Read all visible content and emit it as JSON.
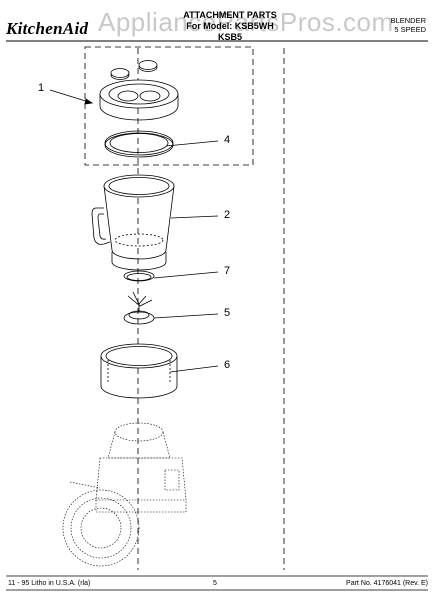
{
  "watermark": "AppliancePartsPros.com",
  "header": {
    "brand": "KitchenAid",
    "title_lines": [
      "ATTACHMENT PARTS",
      "For Model: KSB5WH",
      "KSB5"
    ],
    "product_lines": [
      "BLENDER",
      "5 SPEED"
    ]
  },
  "callouts": [
    {
      "id": "1",
      "label": "1"
    },
    {
      "id": "4",
      "label": "4"
    },
    {
      "id": "2",
      "label": "2"
    },
    {
      "id": "7",
      "label": "7"
    },
    {
      "id": "5",
      "label": "5"
    },
    {
      "id": "6",
      "label": "6"
    }
  ],
  "footer": {
    "left": "11 - 95  Litho in U.S.A. (rla)",
    "page": "5",
    "right": "Part No. 4176041 (Rev. E)"
  }
}
